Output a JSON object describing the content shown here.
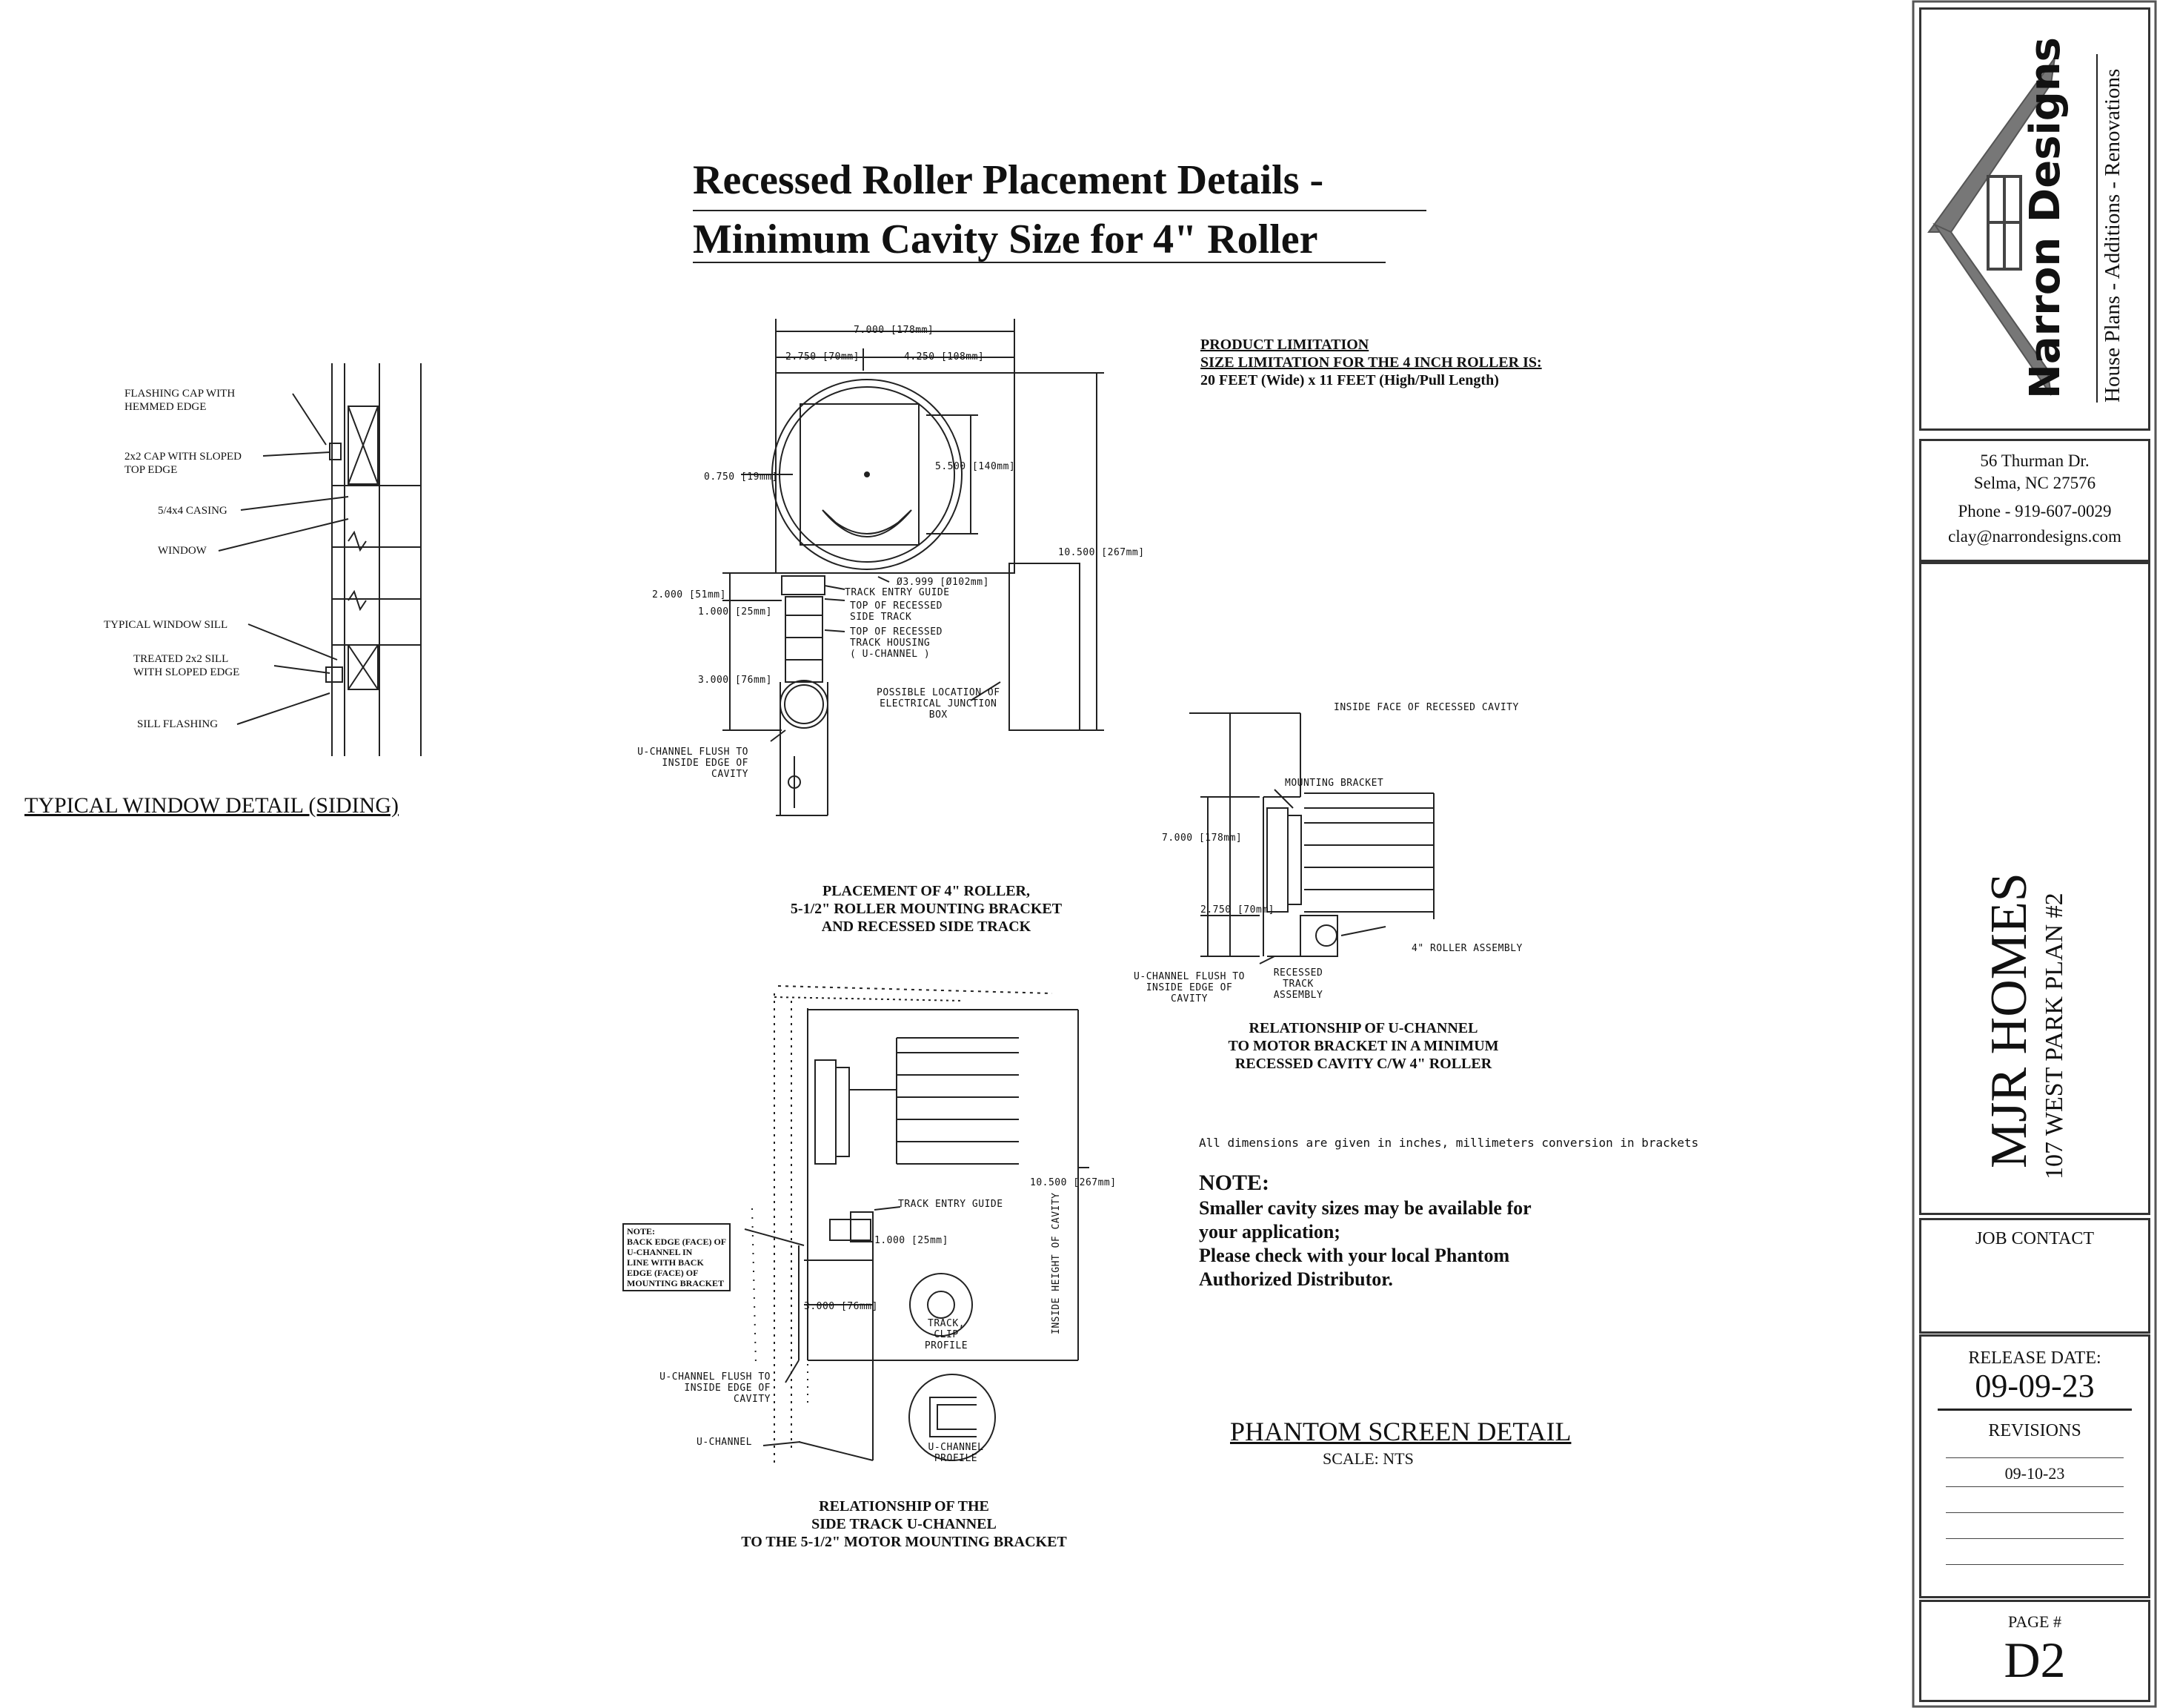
{
  "title": {
    "line1": "Recessed Roller  Placement Details -",
    "line2": "Minimum Cavity Size for 4\" Roller"
  },
  "window_detail": {
    "labels": [
      "FLASHING CAP WITH",
      "HEMMED EDGE",
      "2x2 CAP WITH SLOPED",
      "TOP EDGE",
      "5/4x4 CASING",
      "WINDOW",
      "TYPICAL WINDOW SILL",
      "TREATED 2x2 SILL",
      "WITH SLOPED EDGE",
      "SILL FLASHING"
    ],
    "caption": "TYPICAL WINDOW DETAIL (SIDING)"
  },
  "placement_detail": {
    "dims": {
      "overall": "7.000 [178mm]",
      "left": "2.750 [70mm]",
      "right": "4.250 [108mm]",
      "offset": "0.750 [19mm]",
      "radius": "5.500 [140mm]",
      "height": "10.500 [267mm]",
      "diameter": "Ø3.999 [Ø102mm]",
      "top_gap": "2.000 [51mm]",
      "guide_gap": "1.000 [25mm]",
      "channel": "3.000 [76mm]"
    },
    "labels": {
      "track_entry": "TRACK ENTRY GUIDE",
      "top_side_track": [
        "TOP OF RECESSED",
        "SIDE TRACK"
      ],
      "top_housing": [
        "TOP OF RECESSED",
        "TRACK HOUSING",
        "( U-CHANNEL )"
      ],
      "junction": [
        "POSSIBLE LOCATION OF",
        "ELECTRICAL JUNCTION",
        "BOX"
      ],
      "u_channel_flush": [
        "U-CHANNEL FLUSH TO",
        "INSIDE EDGE OF",
        "CAVITY"
      ]
    },
    "caption": [
      "PLACEMENT OF 4\" ROLLER,",
      "5-1/2\" ROLLER MOUNTING BRACKET",
      "AND RECESSED SIDE TRACK"
    ]
  },
  "product_limitation": {
    "heading": "PRODUCT LIMITATION",
    "line1": "SIZE LIMITATION FOR THE 4 INCH ROLLER IS:",
    "line2": "20 FEET (Wide) x 11 FEET (High/Pull Length)"
  },
  "relationship_detail": {
    "labels": {
      "inside_face": "INSIDE FACE OF RECESSED CAVITY",
      "mounting_bracket": "MOUNTING  BRACKET",
      "dim_7": "7.000 [178mm]",
      "dim_275": "2.750 [70mm]",
      "roller_assembly": "4\" ROLLER ASSEMBLY",
      "u_channel_flush": [
        "U-CHANNEL FLUSH TO",
        "INSIDE EDGE OF",
        "CAVITY"
      ],
      "recessed_track": [
        "RECESSED",
        "TRACK",
        "ASSEMBLY"
      ]
    },
    "caption": [
      "RELATIONSHIP OF U-CHANNEL",
      "TO MOTOR BRACKET IN A MINIMUM",
      "RECESSED CAVITY C/W 4\" ROLLER"
    ]
  },
  "side_track_detail": {
    "labels": {
      "height": "10.500 [267mm]",
      "inside_height": "INSIDE HEIGHT OF CAVITY",
      "track_entry": "TRACK ENTRY GUIDE",
      "dim_1": "1.000 [25mm]",
      "dim_3": "3.000 [76mm]",
      "track_clip": [
        "TRACK, CLIP",
        "PROFILE"
      ],
      "u_channel_profile": [
        "U-CHANNEL",
        "PROFILE"
      ],
      "u_channel_flush": [
        "U-CHANNEL FLUSH TO",
        "INSIDE EDGE OF",
        "CAVITY"
      ],
      "u_channel": "U-CHANNEL",
      "note": [
        "NOTE:",
        "BACK EDGE (FACE) OF",
        "U-CHANNEL IN",
        "LINE WITH BACK",
        "EDGE (FACE) OF",
        "MOUNTING BRACKET"
      ]
    },
    "caption": [
      "RELATIONSHIP OF THE",
      "SIDE TRACK U-CHANNEL",
      "TO THE 5-1/2\" MOTOR MOUNTING BRACKET"
    ]
  },
  "dimensions_note": "All dimensions are given in inches, millimeters conversion in brackets",
  "cavity_note": {
    "heading": "NOTE:",
    "lines": [
      "Smaller cavity sizes may be available for",
      "your application;",
      "Please check with your local Phantom",
      "Authorized Distributor."
    ]
  },
  "detail_title": {
    "title": "PHANTOM SCREEN DETAIL",
    "scale": "SCALE: NTS"
  },
  "title_block": {
    "brand": "Narron Designs",
    "tagline": "House Plans - Additions - Renovations",
    "address1": "56 Thurman Dr.",
    "address2": "Selma, NC 27576",
    "phone": "Phone - 919-607-0029",
    "email": "clay@narrondesigns.com",
    "project": "MJR HOMES",
    "plan": "107 WEST PARK PLAN #2",
    "job_contact": "JOB CONTACT",
    "release_label": "RELEASE DATE:",
    "release_date": "09-09-23",
    "revisions_label": "REVISIONS",
    "revision_1": "09-10-23",
    "page_label": "PAGE #",
    "page": "D2"
  }
}
